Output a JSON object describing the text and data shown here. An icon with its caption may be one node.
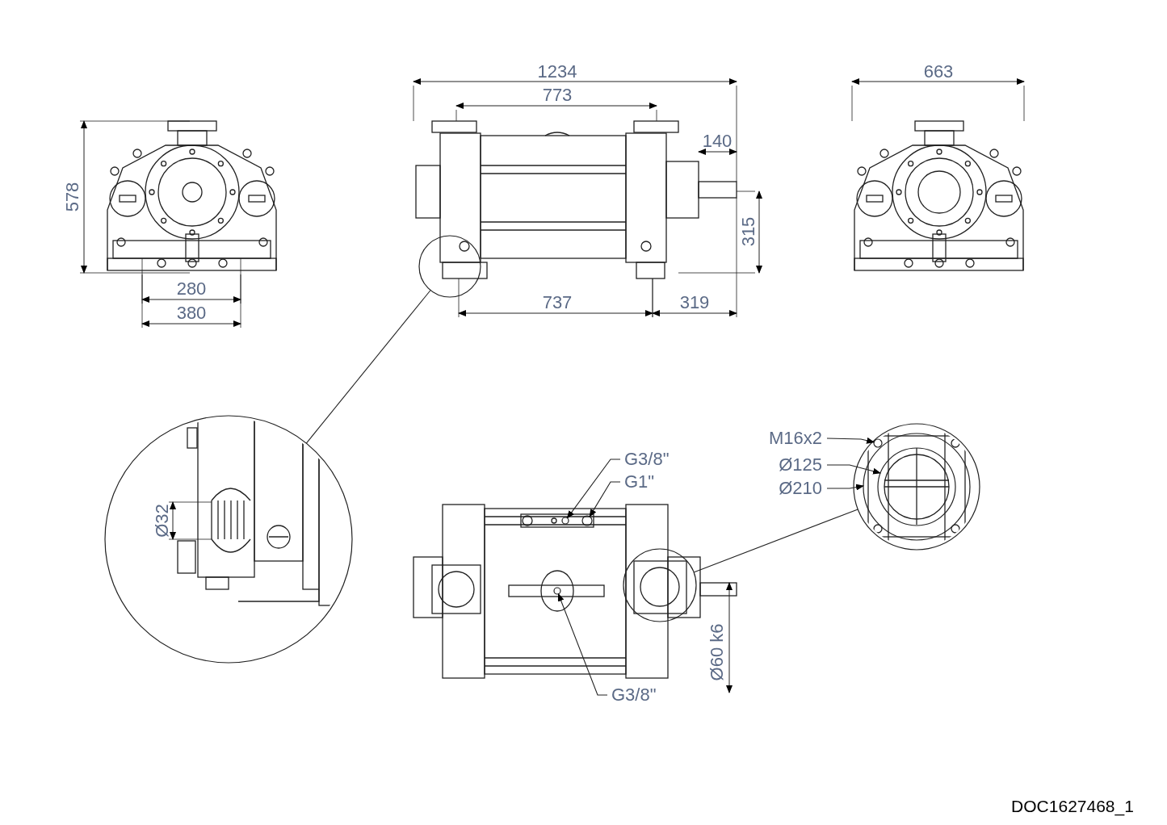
{
  "diagram": {
    "nodes": [
      {
        "text": [
          "M16x2"
        ]
      },
      {
        "text": [
          "Ø125"
        ]
      },
      {
        "text": [
          "Ø210"
        ]
      },
      {
        "text": [
          "G3/8\""
        ]
      },
      {
        "text": [
          "G1\""
        ]
      },
      {
        "text": [
          "G3/8\""
        ]
      },
      {
        "text": [],
        "shape": "circle"
      },
      {
        "text": [],
        "shape": "circle"
      },
      {
        "text": [],
        "shape": "circle"
      },
      {
        "text": [],
        "shape": "circle"
      },
      {
        "text": [],
        "shape": "circle"
      },
      {
        "text": [],
        "shape": "circle"
      },
      {
        "text": [],
        "shape": "circle"
      },
      {
        "text": [],
        "shape": "circle",
        "in": 9
      },
      {
        "text": [],
        "shape": "circle",
        "in": 15
      },
      {
        "text": [],
        "shape": "circle",
        "in": 9
      }
    ],
    "edges": [
      {
        "from": 0,
        "to": 13,
        "arrow": "to"
      },
      {
        "from": 1,
        "to": 14,
        "arrow": "to"
      },
      {
        "from": 2,
        "to": 15,
        "arrow": "to"
      },
      {
        "from": 3,
        "to": 10,
        "arrow": "to"
      },
      {
        "from": 4,
        "to": 11,
        "arrow": "to"
      },
      {
        "from": 5,
        "to": 12,
        "arrow": "to"
      },
      {
        "from": 6,
        "to": 7,
        "arrow": "none"
      },
      {
        "from": 8,
        "to": 9,
        "arrow": "none"
      }
    ],
    "labels": [
      "1234",
      "663",
      "773",
      "140",
      "578",
      "315",
      "280",
      "380",
      "737",
      "319",
      "Ø32",
      "Ø60 k6",
      "DOC1627468_1"
    ]
  }
}
